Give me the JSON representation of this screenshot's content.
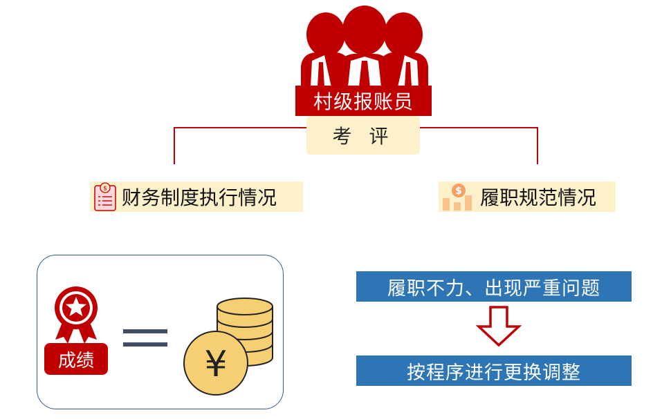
{
  "header": {
    "title": "村级报账员",
    "eval_label": "考 评"
  },
  "branches": {
    "left_label": "财务制度执行情况",
    "right_label": "履职规范情况"
  },
  "score_panel": {
    "label": "成绩",
    "coin_symbol": "¥"
  },
  "flow": {
    "step1": "履职不力、出现严重问题",
    "step2": "按程序进行更换调整"
  },
  "icons": {
    "people": "people-group-icon",
    "checklist": "checklist-dollar-icon",
    "growth": "dollar-growth-icon",
    "award": "award-star-icon",
    "coins": "coin-stack-icon",
    "arrow": "down-arrow-icon"
  },
  "colors": {
    "red": "#c00000",
    "cream": "#fdf1cc",
    "blue": "#2e75b6",
    "gold": "#f6cf73",
    "navy": "#2f5b95"
  }
}
